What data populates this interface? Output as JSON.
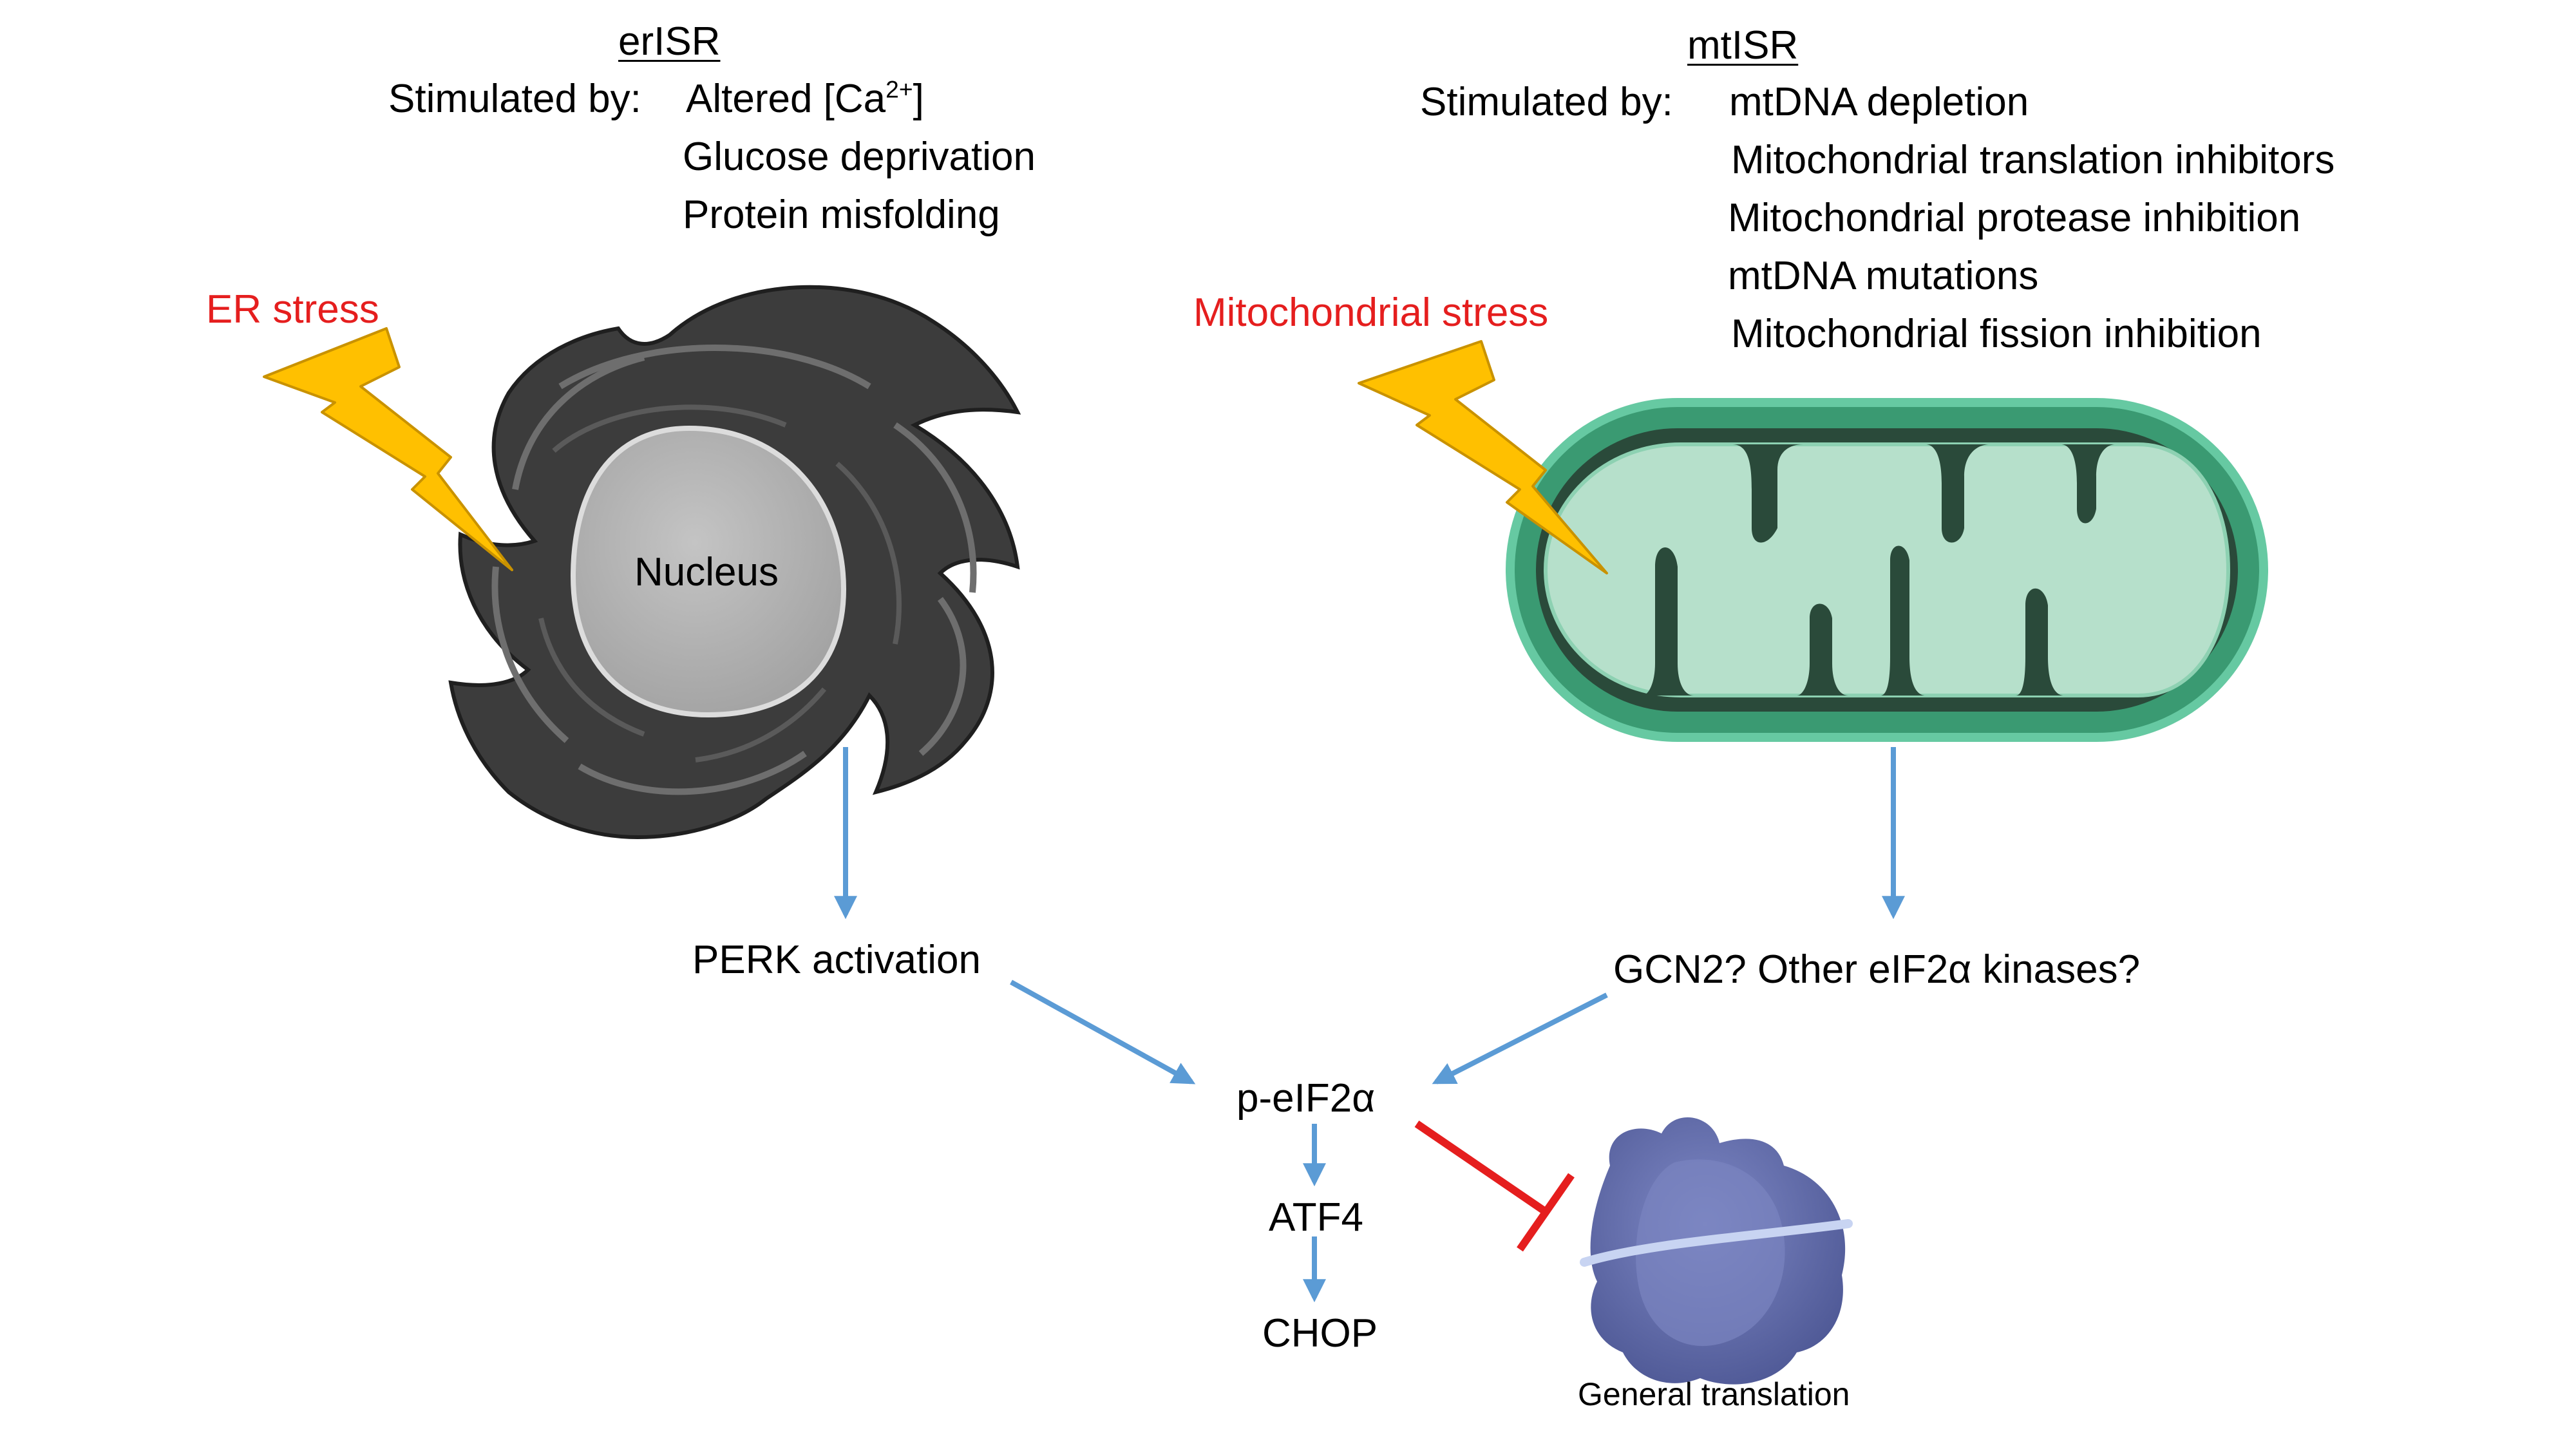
{
  "er": {
    "heading": "erISR",
    "stim_label": "Stimulated by:",
    "stimuli": [
      "Altered [Ca2+]",
      "Glucose deprivation",
      "Protein misfolding"
    ],
    "stress_label": "ER stress",
    "nucleus_label": "Nucleus",
    "kinase_label": "PERK activation"
  },
  "mt": {
    "heading": "mtISR",
    "stim_label": "Stimulated by:",
    "stimuli": [
      "mtDNA depletion",
      "Mitochondrial translation inhibitors",
      "Mitochondrial protease inhibition",
      "mtDNA mutations",
      "Mitochondrial fission inhibition"
    ],
    "stress_label": "Mitochondrial stress",
    "kinase_label": "GCN2? Other eIF2α kinases?"
  },
  "pathway": {
    "peif2a": "p-eIF2α",
    "atf4": "ATF4",
    "chop": "CHOP",
    "translation": "General translation"
  },
  "colors": {
    "arrow": "#5b9bd5",
    "inhibit": "#e51e1e",
    "stress_text": "#e51e1e",
    "bolt": "#ffc000",
    "er_dark": "#3c3c3c",
    "nucleus": "#b3b3b3",
    "mito_outer": "#3a9a72",
    "mito_inner": "#b6e0cb",
    "ribosome": "#5f6aa8"
  },
  "icons": [
    "lightning-bolt-icon",
    "endoplasmic-reticulum-icon",
    "mitochondrion-icon",
    "ribosome-icon"
  ]
}
